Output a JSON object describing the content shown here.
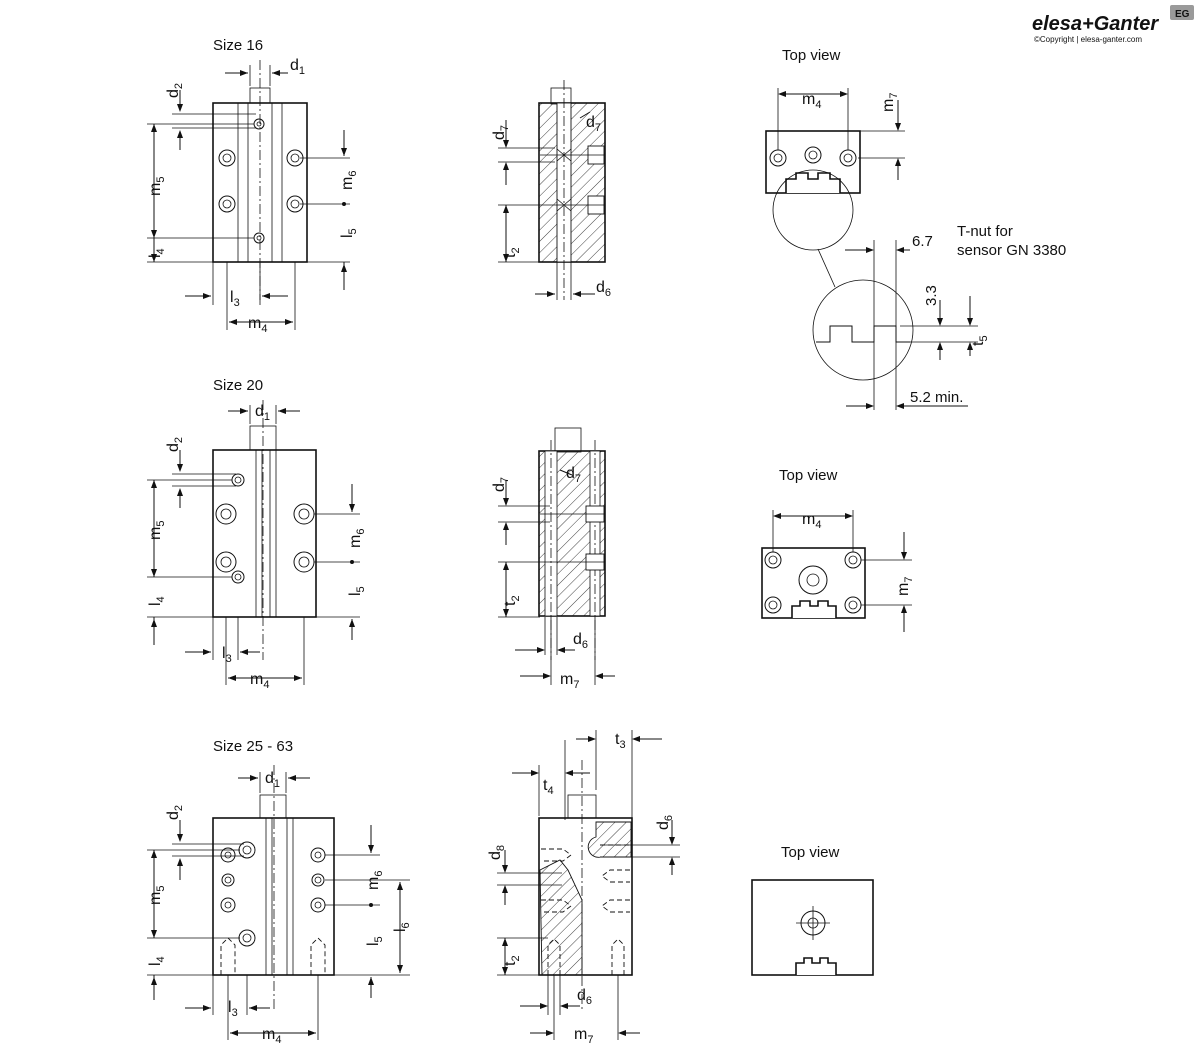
{
  "logo": {
    "brand": "elesa+Ganter",
    "badge": "EG",
    "copyright": "©Copyright | elesa-ganter.com"
  },
  "sections": {
    "size16": "Size 16",
    "size20": "Size 20",
    "size25": "Size 25 - 63"
  },
  "top_view": {
    "title_1": "Top view",
    "title_2": "Top view",
    "title_3": "Top view"
  },
  "tnut": {
    "line1": "T-nut for",
    "line2": "sensor GN 3380",
    "dim_67": "6.7",
    "dim_33": "3.3",
    "dim_52": "5.2 min."
  },
  "dims": {
    "d": "d",
    "l": "l",
    "m": "m",
    "t": "t",
    "s1": "1",
    "s2": "2",
    "s3": "3",
    "s4": "4",
    "s5": "5",
    "s6": "6",
    "s7": "7",
    "s8": "8"
  }
}
